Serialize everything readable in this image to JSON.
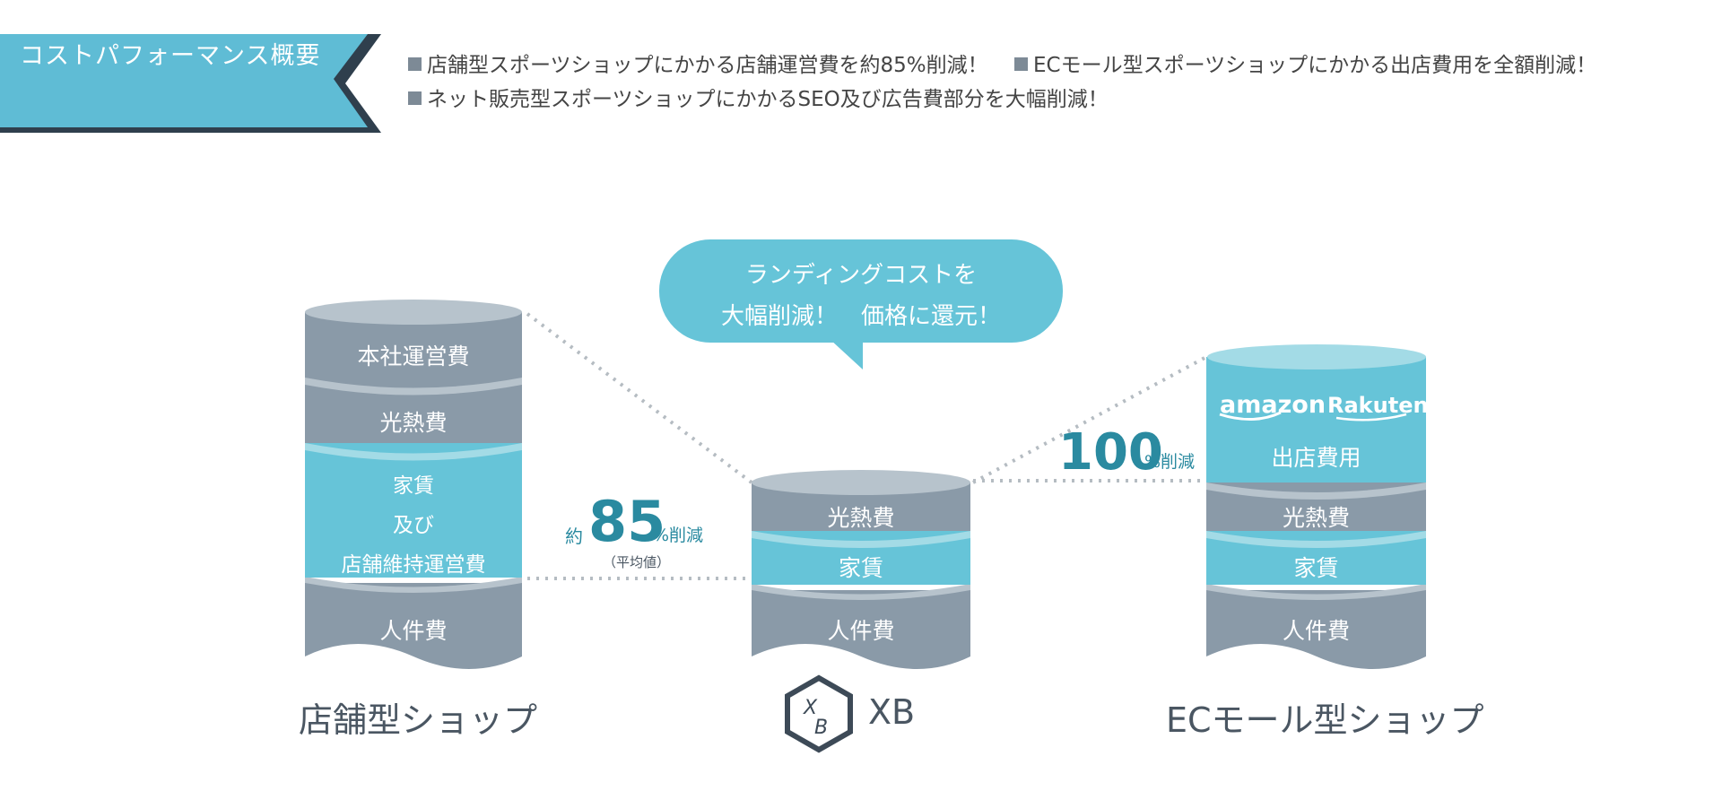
{
  "header": {
    "badge": "コストパフォーマンス概要",
    "bullets": [
      "店舗型スポーツショップにかかる店舗運営費を約85%削減！",
      "ECモール型スポーツショップにかかる出店費用を全額削減！",
      "ネット販売型スポーツショップにかかるSEO及び広告費部分を大幅削減！"
    ]
  },
  "bubble": {
    "line1": "ランディングコストを",
    "line2": "大幅削減！　価格に還元！"
  },
  "store_shop": {
    "title": "店舗型ショップ",
    "layers": [
      "本社運営費",
      "光熱費",
      "家賃",
      "及び",
      "店舗維持運営費",
      "人件費"
    ]
  },
  "xb_shop": {
    "title": "XB",
    "layers": [
      "光熱費",
      "家賃",
      "人件費"
    ]
  },
  "ec_shop": {
    "title": "ECモール型ショップ",
    "logo_amazon": "amazon",
    "logo_rakuten": "Rakuten",
    "layers": [
      "出店費用",
      "光熱費",
      "家賃",
      "人件費"
    ]
  },
  "reduction_85": {
    "prefix": "約",
    "value": "85",
    "suffix": "%削減",
    "note": "（平均値）"
  },
  "reduction_100": {
    "value": "100",
    "suffix": "%削減"
  },
  "colors": {
    "gray": "#8a9aa8",
    "gray_light": "#b7c3cc",
    "blue": "#66c4d8",
    "blue_light": "#a3dbe6",
    "accent": "#2a8aa0"
  }
}
